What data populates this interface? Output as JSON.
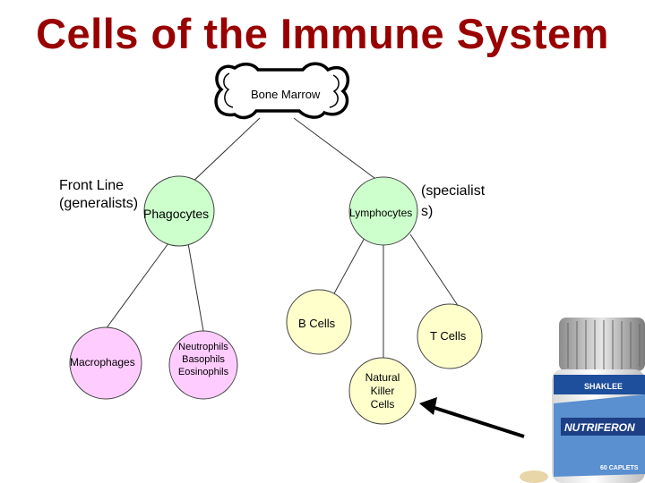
{
  "title": "Cells of the Immune System",
  "nodes": {
    "bone_marrow": "Bone Marrow",
    "phagocytes": "Phagocytes",
    "lymphocytes": "Lymphocytes",
    "b_cells": "B Cells",
    "t_cells": "T Cells",
    "macrophages": "Macrophages",
    "granulocytes": [
      "Neutrophils",
      "Basophils",
      "Eosinophils"
    ],
    "nk_cells": [
      "Natural",
      "Killer",
      "Cells"
    ]
  },
  "annotations": {
    "front_line": [
      "Front Line",
      "(generalists)"
    ],
    "specialists": [
      "(specialist",
      "s)"
    ]
  },
  "product": {
    "brand": "SHAKLEE",
    "name": "NUTRIFERON",
    "count": "60 CAPLETS"
  },
  "colors": {
    "title": "#990000",
    "phagocyte_fill": "#ccffcc",
    "lymphocyte_fill": "#ffffcc",
    "phagocyte_child_fill": "#ffccff"
  }
}
